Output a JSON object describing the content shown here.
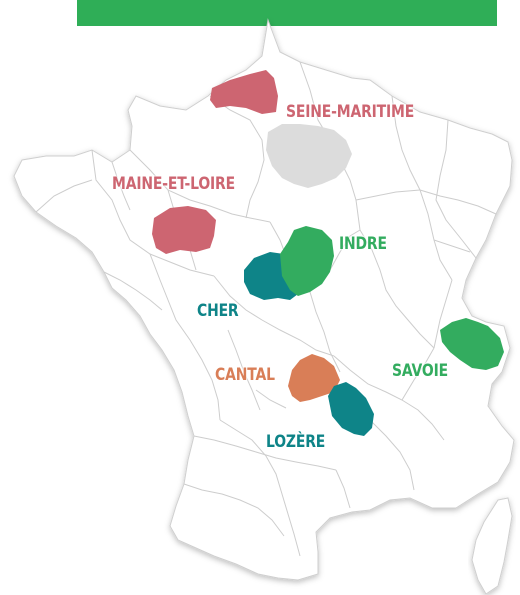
{
  "colors": {
    "banner": "#2fae57",
    "rose": "#cd6571",
    "green": "#33ac5f",
    "teal": "#0e8488",
    "orange": "#d97e57",
    "paris": "#dcdcdc",
    "land": "#ffffff",
    "border": "#c9c9c9"
  },
  "map": {
    "labels": {
      "seine_maritime": "SEINE-MARITIME",
      "maine_et_loire": "MAINE-ET-LOIRE",
      "indre": "INDRE",
      "cher": "CHER",
      "cantal": "CANTAL",
      "savoie": "SAVOIE",
      "lozere": "LOZÈRE"
    }
  }
}
